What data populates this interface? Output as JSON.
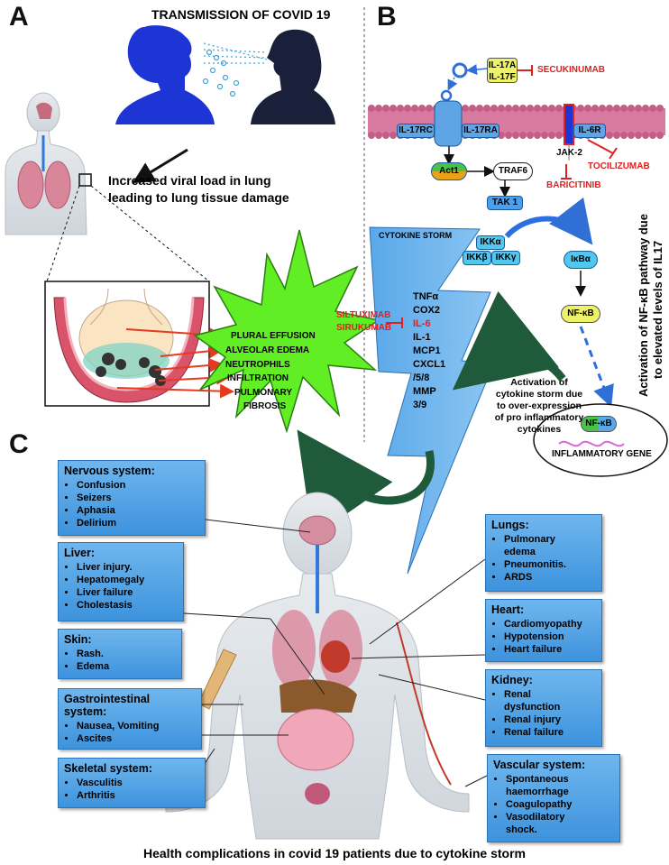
{
  "panelA": {
    "letter": "A",
    "title": "TRANSMISSION OF COVID 19",
    "viral_load_text_1": "Increased viral load in lung",
    "viral_load_text_2": "leading to lung tissue damage",
    "starburst_items": [
      "PLURAL EFFUSION",
      "ALVEOLAR EDEMA",
      "NEUTROPHILS",
      "INFILTRATION",
      "PULMONARY",
      "FIBROSIS"
    ]
  },
  "panelB": {
    "letter": "B",
    "il17a": "IL-17A",
    "il17f": "IL-17F",
    "secukinumab": "SECUKINUMAB",
    "il17rc": "IL-17RC",
    "il17ra": "IL-17RA",
    "il6r": "IL-6R",
    "tocilizumab": "TOCILIZUMAB",
    "act1": "Act1",
    "traf6": "TRAF6",
    "jak2": "JAK-2",
    "baricitinib": "BARICITINIB",
    "tak1": "TAK 1",
    "cytokine_storm": "CYTOKINE STORM",
    "ikka": "IKKα",
    "ikkb": "IKKβ",
    "ikkg": "IKKγ",
    "ikba": "IκBα",
    "nfkb": "NF-κB",
    "nfkb_nucleus": "NF-κB",
    "inflammatory_gene": "INFLAMMATORY GENE",
    "cytokines": [
      "TNFα",
      "COX2",
      "IL-6",
      "IL-1",
      "MCP1",
      "CXCL1",
      "/5/8",
      "MMP",
      "3/9"
    ],
    "siltuximab": "SILTUXIMAB",
    "sirukumab": "SIRUKUMAB",
    "activation_storm": [
      "Activation of",
      "cytokine storm due",
      "to over-expression",
      "of pro inflammatory",
      "cytokines"
    ],
    "vertical_text_1": "Activation of NF-κB pathway due",
    "vertical_text_2": "to elevated levels of IL17"
  },
  "panelC": {
    "letter": "C",
    "caption": "Health complications in covid 19 patients due to cytokine storm",
    "boxes": {
      "nervous": {
        "title": "Nervous system:",
        "items": [
          "Confusion",
          "Seizers",
          "Aphasia",
          "Delirium"
        ]
      },
      "liver": {
        "title": "Liver:",
        "items": [
          "Liver injury.",
          "Hepatomegaly",
          "Liver failure",
          "Cholestasis"
        ]
      },
      "skin": {
        "title": "Skin:",
        "items": [
          "Rash.",
          "Edema"
        ]
      },
      "gi": {
        "title": "Gastrointestinal",
        "title2": "system:",
        "items": [
          "Nausea, Vomiting",
          "Ascites"
        ]
      },
      "skeletal": {
        "title": "Skeletal system:",
        "items": [
          "Vasculitis",
          "Arthritis"
        ]
      },
      "lungs": {
        "title": "Lungs:",
        "items": [
          "Pulmonary",
          "edema",
          "Pneumonitis.",
          "ARDS"
        ]
      },
      "heart": {
        "title": "Heart:",
        "items": [
          "Cardiomyopathy",
          "Hypotension",
          "Heart failure"
        ]
      },
      "kidney": {
        "title": "Kidney:",
        "items": [
          "Renal",
          "dysfunction",
          "Renal injury",
          "Renal failure"
        ]
      },
      "vascular": {
        "title": "Vascular system:",
        "items": [
          "Spontaneous",
          "haemorrhage",
          "Coagulopathy",
          "Vasodilatory",
          "shock."
        ]
      }
    }
  }
}
